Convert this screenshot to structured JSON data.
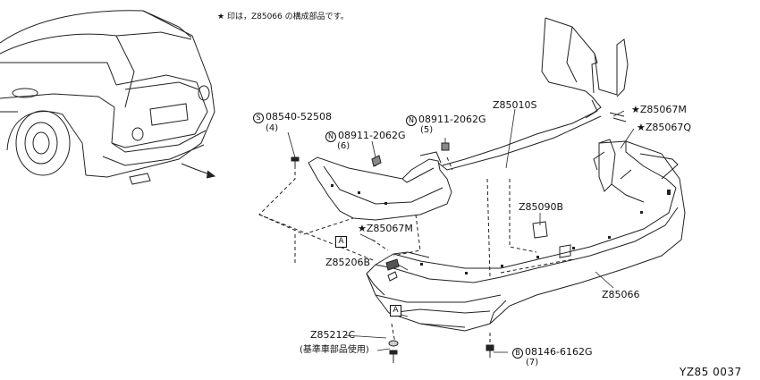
{
  "note": {
    "star": "★",
    "text": "印は，Z85066 の構成部品です。"
  },
  "diagram_code": "YZ85 0037",
  "callouts": [
    {
      "prefix": "S",
      "part": "08540-52508",
      "qty": "(4)"
    },
    {
      "prefix": "N",
      "part": "08911-2062G",
      "qty": "(6)"
    },
    {
      "prefix": "N",
      "part": "08911-2062G",
      "qty": "(5)"
    },
    {
      "prefix": "",
      "part": "Z85010S",
      "qty": ""
    },
    {
      "prefix": "★",
      "part": "Z85067M",
      "qty": ""
    },
    {
      "prefix": "★",
      "part": "Z85067Q",
      "qty": ""
    },
    {
      "prefix": "",
      "part": "Z85090B",
      "qty": ""
    },
    {
      "prefix": "★",
      "part": "Z85067M",
      "qty": ""
    },
    {
      "prefix": "",
      "part": "Z85206B",
      "qty": ""
    },
    {
      "prefix": "",
      "part": "Z85066",
      "qty": ""
    },
    {
      "prefix": "",
      "part": "Z85212C",
      "qty": ""
    },
    {
      "prefix": "",
      "part": "(基準車部品使用)",
      "qty": ""
    },
    {
      "prefix": "B",
      "part": "08146-6162G",
      "qty": "(7)"
    }
  ],
  "ref_boxes": [
    "A",
    "A"
  ]
}
